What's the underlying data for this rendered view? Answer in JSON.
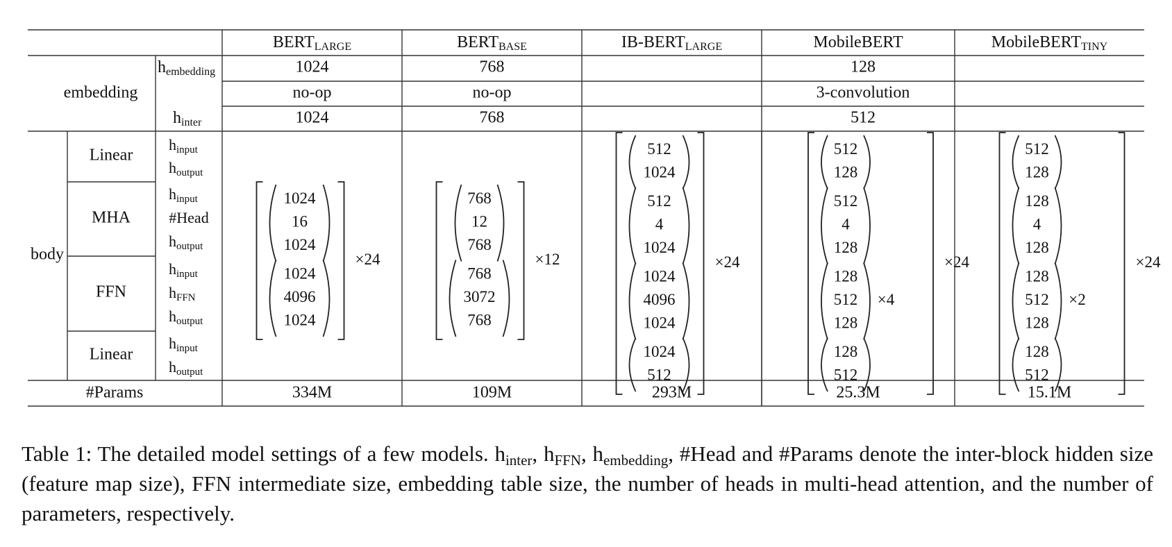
{
  "table": {
    "headers": [
      {
        "base": "BERT",
        "sub": "LARGE"
      },
      {
        "base": "BERT",
        "sub": "BASE"
      },
      {
        "base": "IB-BERT",
        "sub": "LARGE"
      },
      {
        "base": "MobileBERT",
        "sub": ""
      },
      {
        "base": "MobileBERT",
        "sub": "TINY"
      }
    ],
    "row_groups": {
      "embedding": "embedding",
      "body": "body",
      "params": "#Params"
    },
    "sublayers": {
      "linear_in": "Linear",
      "mha": "MHA",
      "ffn": "FFN",
      "linear_out": "Linear"
    },
    "param_labels": {
      "embedding": {
        "base": "h",
        "sub": "embedding"
      },
      "inter": {
        "base": "h",
        "sub": "inter"
      },
      "linear_in": [
        {
          "base": "h",
          "sub": "input"
        },
        {
          "base": "h",
          "sub": "output"
        }
      ],
      "mha": [
        {
          "base": "h",
          "sub": "input"
        },
        {
          "base": "#Head",
          "sub": ""
        },
        {
          "base": "h",
          "sub": "output"
        }
      ],
      "ffn": [
        {
          "base": "h",
          "sub": "input"
        },
        {
          "base": "h",
          "sub": "FFN"
        },
        {
          "base": "h",
          "sub": "output"
        }
      ],
      "linear_out": [
        {
          "base": "h",
          "sub": "input"
        },
        {
          "base": "h",
          "sub": "output"
        }
      ]
    },
    "embedding_rows": {
      "h_embedding": [
        "1024",
        "768",
        "128"
      ],
      "op": [
        "no-op",
        "no-op",
        "3-convolution"
      ],
      "h_inter": [
        "1024",
        "768",
        "512"
      ]
    },
    "body": [
      {
        "groups": [
          [
            "1024",
            "16",
            "1024"
          ],
          [
            "1024",
            "4096",
            "1024"
          ]
        ],
        "repeat": "×24"
      },
      {
        "groups": [
          [
            "768",
            "12",
            "768"
          ],
          [
            "768",
            "3072",
            "768"
          ]
        ],
        "repeat": "×12"
      },
      {
        "groups": [
          [
            "512",
            "1024"
          ],
          [
            "512",
            "4",
            "1024"
          ],
          [
            "1024",
            "4096",
            "1024"
          ],
          [
            "1024",
            "512"
          ]
        ],
        "repeat": "×24"
      },
      {
        "groups": [
          [
            "512",
            "128"
          ],
          [
            "512",
            "4",
            "128"
          ],
          [
            "128",
            "512",
            "128"
          ],
          [
            "128",
            "512"
          ]
        ],
        "ffn_repeat": "×4",
        "repeat": "×24"
      },
      {
        "groups": [
          [
            "512",
            "128"
          ],
          [
            "128",
            "4",
            "128"
          ],
          [
            "128",
            "512",
            "128"
          ],
          [
            "128",
            "512"
          ]
        ],
        "ffn_repeat": "×2",
        "repeat": "×24"
      }
    ],
    "params": [
      "334M",
      "109M",
      "293M",
      "25.3M",
      "15.1M"
    ]
  },
  "caption": {
    "prefix": "Table 1:  The detailed model settings of a few models.  ",
    "terms": [
      {
        "base": "h",
        "sub": "inter"
      },
      {
        "base": "h",
        "sub": "FFN"
      },
      {
        "base": "h",
        "sub": "embedding"
      }
    ],
    "sep": ", ",
    "rest": ", #Head and #Params denote the inter-block hidden size (feature map size), FFN intermediate size, embedding table size, the number of heads in multi-head attention, and the number of parameters, respectively."
  }
}
